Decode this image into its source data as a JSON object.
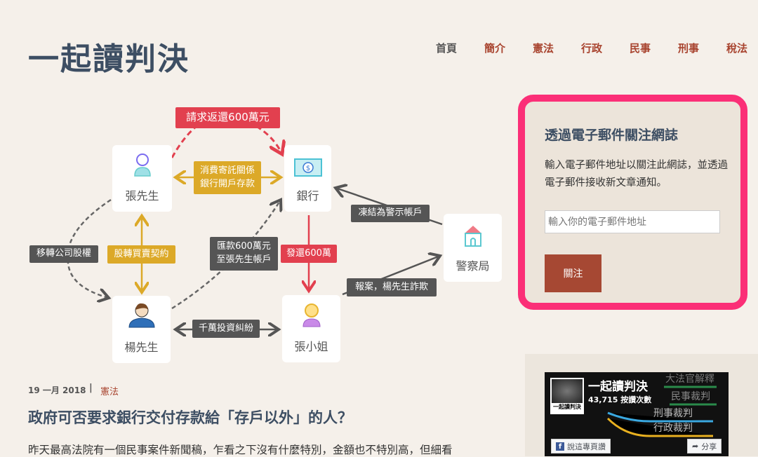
{
  "site": {
    "title": "一起讀判決"
  },
  "nav": [
    "首頁",
    "簡介",
    "憲法",
    "行政",
    "民事",
    "刑事",
    "稅法"
  ],
  "diagram": {
    "nodes": {
      "zhang": "張先生",
      "bank": "銀行",
      "police": "警察局",
      "yang": "楊先生",
      "miss_zhang": "張小姐"
    },
    "labels": {
      "claim": "請求返還600萬元",
      "deposit1": "消費寄託關係",
      "deposit2": "銀行開戶存款",
      "transfer_equity": "移轉公司股權",
      "share_contract": "股轉買賣契約",
      "remit1": "匯款600萬元",
      "remit2": "至張先生帳戶",
      "return": "發還600萬",
      "freeze": "凍結為警示帳戶",
      "report": "報案，楊先生詐欺",
      "dispute": "千萬投資糾紛"
    }
  },
  "post": {
    "date": "19 一月 2018",
    "category": "憲法",
    "title": "政府可否要求銀行交付存款給「存戶以外」的人？",
    "excerpt": "昨天最高法院有一個民事案件新聞稿，乍看之下沒有什麼特別，金額也不特別高，但細看"
  },
  "sidebar": {
    "title": "透過電子郵件關注網誌",
    "desc": "輸入電子郵件地址以關注此網誌，並透過電子郵件接收新文章通知。",
    "email_placeholder": "輸入你的電子郵件地址",
    "follow_label": "關注"
  },
  "facebook": {
    "page_name": "一起讀判決",
    "likes": "43,715 按讚次數",
    "thumb_caption": "一起讀判決",
    "like_button": "說這專頁讚",
    "share_button": "分享",
    "bg_items": [
      "大法官解釋",
      "民事裁判",
      "刑事裁判",
      "行政裁判"
    ]
  }
}
